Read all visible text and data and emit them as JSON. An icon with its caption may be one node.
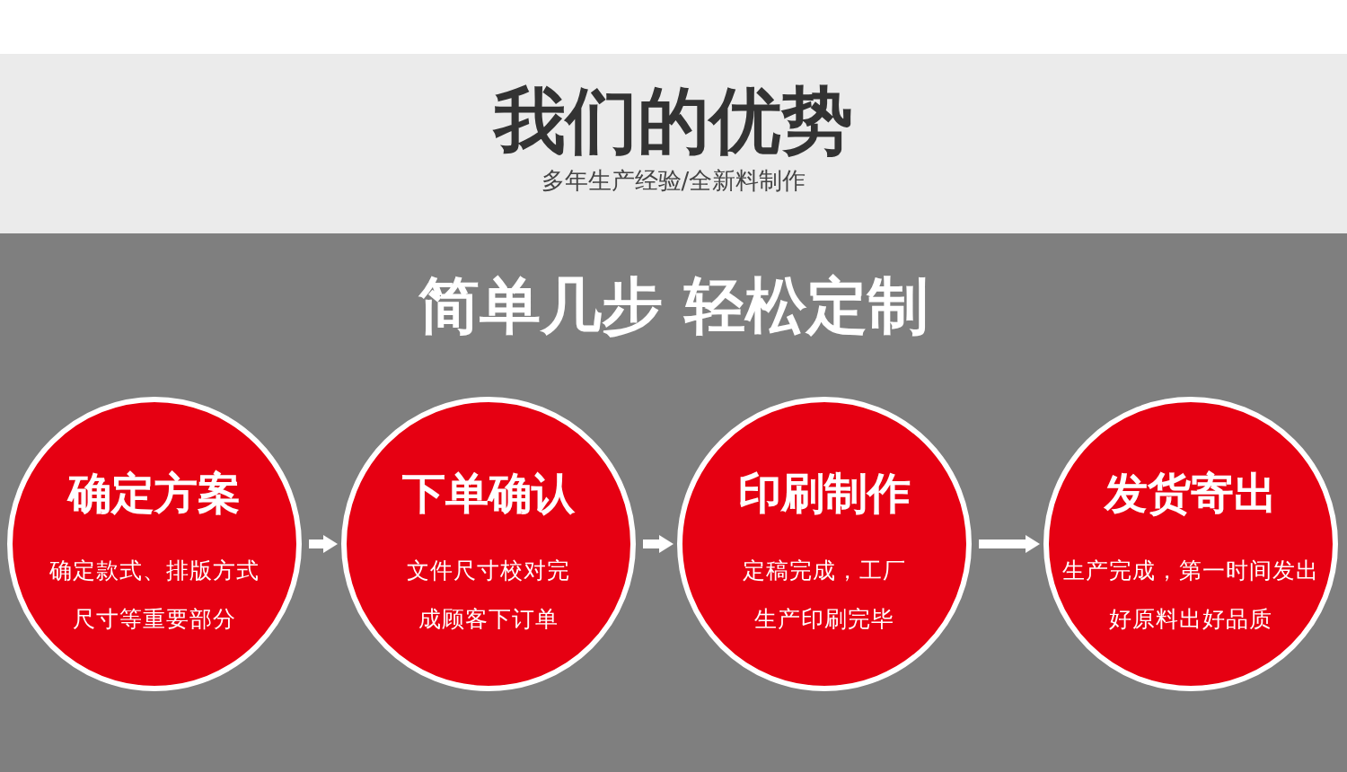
{
  "diagram": {
    "title": "我们的优势",
    "nodes": [
      {
        "text": [
          "确定方案",
          "确定款式、排版方式尺寸等重要部分"
        ]
      },
      {
        "text": [
          "下单确认",
          "文件尺寸校对完成顾客下订单"
        ]
      },
      {
        "text": [
          "印刷制作",
          "定稿完成，工厂生产印刷完毕"
        ]
      },
      {
        "text": [
          "发货寄出",
          "生产完成，第一时间发出好原料出好品质"
        ]
      }
    ],
    "edges": [
      {
        "from": 0,
        "to": 1,
        "arrow": "to"
      },
      {
        "from": 1,
        "to": 2,
        "arrow": "to"
      },
      {
        "from": 2,
        "to": 3,
        "arrow": "to"
      }
    ],
    "labels": [
      "多年生产经验/全新料制作",
      "简单几步 轻松定制"
    ]
  }
}
